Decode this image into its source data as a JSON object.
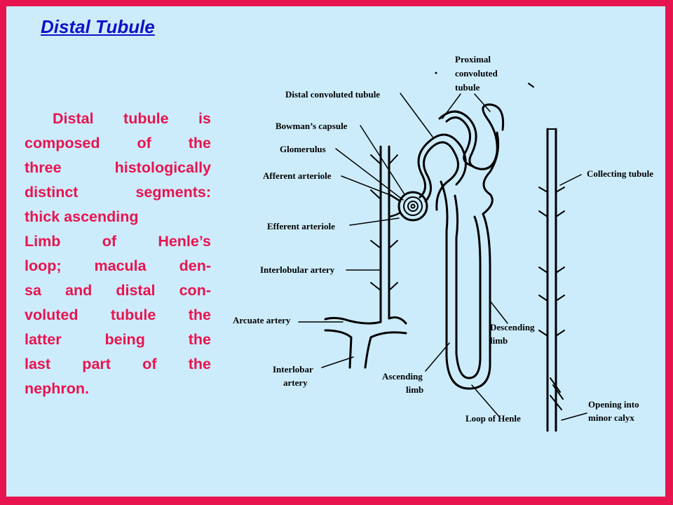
{
  "slide": {
    "title": "Distal Tubule",
    "body_lines": [
      "Distal tubule is",
      "composed of the",
      "three histologically",
      "distinct segments:",
      "thick ascending",
      "Limb of Henle’s",
      "loop; macula den-",
      "sa and distal con-",
      "voluted tubule the",
      "latter being the",
      "last part of the",
      "nephron."
    ]
  },
  "diagram": {
    "labels": {
      "proximal_1": "Proximal",
      "proximal_2": "convoluted",
      "proximal_3": "tubule",
      "distal_convoluted": "Distal convoluted tubule",
      "bowmans_capsule": "Bowman’s capsule",
      "glomerulus": "Glomerulus",
      "afferent_arteriole": "Afferent arteriole",
      "collecting_tubule": "Collecting tubule",
      "efferent_arteriole": "Efferent arteriole",
      "interlobular_artery": "Interlobular artery",
      "arcuate_artery": "Arcuate artery",
      "descending_1": "Descending",
      "descending_2": "limb",
      "interlobar_1": "Interlobar",
      "interlobar_2": "artery",
      "ascending_1": "Ascending",
      "ascending_2": "limb",
      "loop_of_henle": "Loop of Henle",
      "opening_1": "Opening into",
      "opening_2": "minor calyx"
    }
  },
  "colors": {
    "border": "#e8144f",
    "background": "#ccecfb",
    "title": "#1010c8",
    "body_text": "#e8144f"
  }
}
